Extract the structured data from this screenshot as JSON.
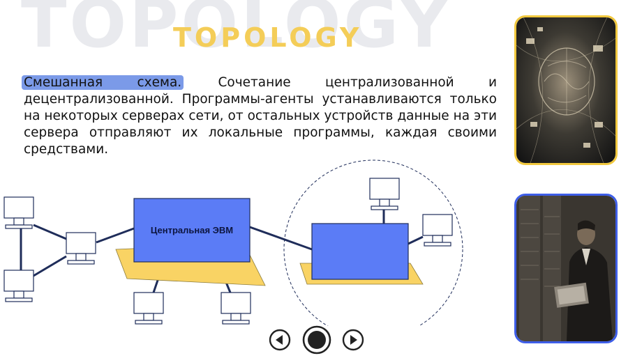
{
  "slide": {
    "bg_title": "TOPOLOGY",
    "title": "TOPOLOGY",
    "highlight": "Смешанная схема.",
    "paragraph": " Сочетание централизованной и децентрализованной. Программы-агенты устанавливаются только на некоторых серверах сети, от остальных устройств данные на эти сервера отправляют их локальные программы, каждая своими средствами."
  },
  "diagram": {
    "central_label": "Центральная ЭВМ"
  },
  "nav": {
    "prev_icon": "prev-icon",
    "home_icon": "circle-icon",
    "next_icon": "next-icon"
  },
  "colors": {
    "title": "#f4cd58",
    "highlight": "#7b9ae8",
    "server_fill": "#5b7cf6",
    "platform_fill": "#f9d364",
    "link": "#1f2d5a"
  }
}
